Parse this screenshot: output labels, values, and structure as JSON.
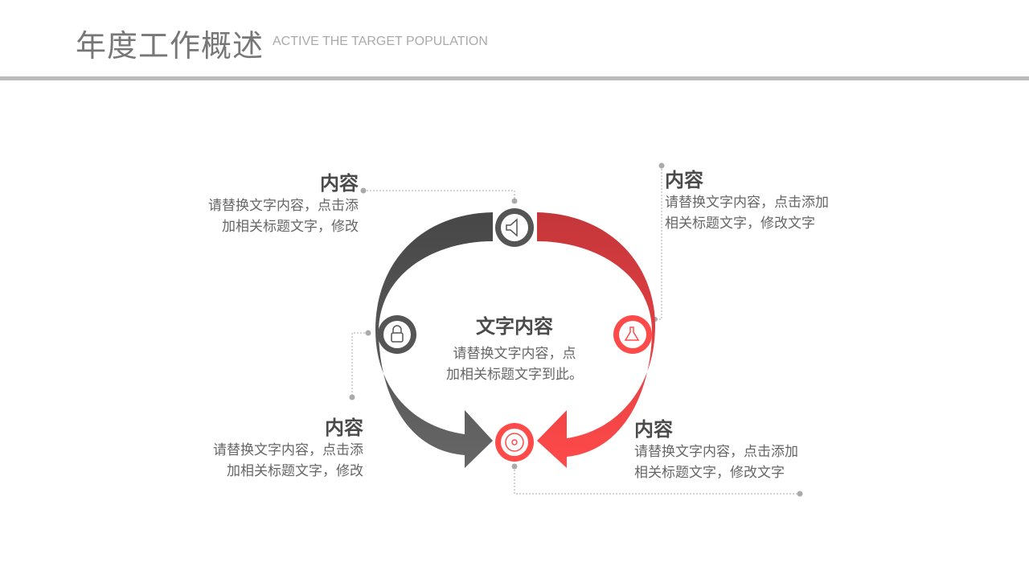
{
  "header": {
    "title": "年度工作概述",
    "subtitle": "ACTIVE THE TARGET POPULATION"
  },
  "center": {
    "title": "文字内容",
    "line1": "请替换文字内容，点",
    "line2": "加相关标题文字到此。"
  },
  "blocks": [
    {
      "title": "内容",
      "line1": "请替换文字内容，点击添",
      "line2": "加相关标题文字，修改"
    },
    {
      "title": "内容",
      "line1": "请替换文字内容，点击添加",
      "line2": "相关标题文字，修改文字"
    },
    {
      "title": "内容",
      "line1": "请替换文字内容，点击添",
      "line2": "加相关标题文字，修改"
    },
    {
      "title": "内容",
      "line1": "请替换文字内容，点击添加",
      "line2": "相关标题文字，修改文字"
    }
  ],
  "colors": {
    "dark": "#555555",
    "red": "#ff4a4a"
  }
}
